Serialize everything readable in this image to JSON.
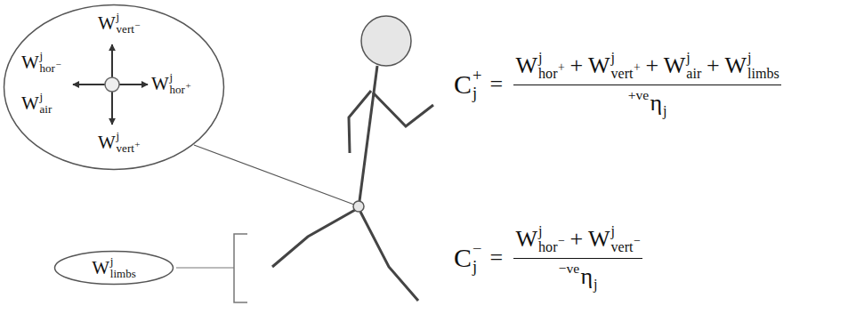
{
  "diagram": {
    "nodes": [
      {
        "text": [
          "W",
          "j",
          "vert",
          "−",
          "W",
          "j",
          "hor",
          "−",
          "W",
          "j",
          "hor",
          "+",
          "W",
          "j",
          "air",
          "W",
          "j",
          "vert",
          "+"
        ]
      },
      {
        "text": [
          "W",
          "j",
          "limbs"
        ]
      }
    ],
    "labels": [
      "C",
      "+",
      "j",
      "=",
      "W",
      "j",
      "hor",
      "+",
      "+",
      "W",
      "j",
      "vert",
      "+",
      "+",
      "W",
      "j",
      "air",
      "+",
      "W",
      "j",
      "limbs",
      "+ve",
      "η",
      "j",
      "C",
      "−",
      "j",
      "=",
      "W",
      "j",
      "hor",
      "−",
      "+",
      "W",
      "j",
      "vert",
      "−",
      "−ve",
      "η",
      "j"
    ]
  }
}
